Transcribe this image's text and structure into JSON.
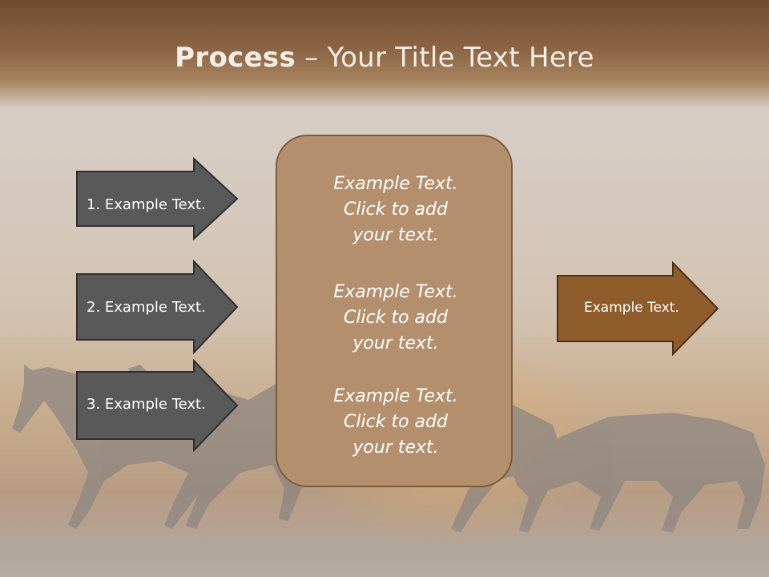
{
  "slide": {
    "title_bold": "Process",
    "title_rest": " – Your Title Text Here"
  },
  "left_arrows": [
    {
      "label": "1. Example Text."
    },
    {
      "label": "2. Example Text."
    },
    {
      "label": "3. Example Text."
    }
  ],
  "center_box": {
    "paragraphs": [
      {
        "line1": "Example Text.",
        "line2": "Click  to add",
        "line3": "your text."
      },
      {
        "line1": "Example Text.",
        "line2": "Click  to add",
        "line3": "your text."
      },
      {
        "line1": "Example Text.",
        "line2": "Click  to add",
        "line3": "your text."
      }
    ]
  },
  "right_arrow": {
    "label": "Example Text."
  },
  "colors": {
    "header_brown": "#7a5538",
    "arrow_gray": "#595959",
    "center_box_fill": "#b38f6d",
    "right_arrow_fill": "#8f5c2c"
  }
}
